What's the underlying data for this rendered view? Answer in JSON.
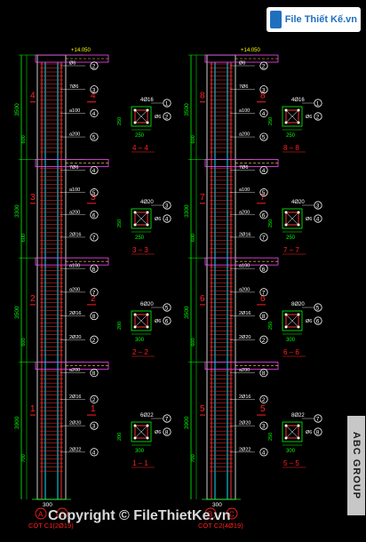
{
  "watermark": {
    "logo_text": "File Thiết Kế.vn",
    "side_brand": "ABC GROUP",
    "copyright": "Copyright © FileThietKe.vn"
  },
  "colors": {
    "background": "#000000",
    "dimension": "#00ff00",
    "rebar": "#ff3030",
    "outline": "#ffffff",
    "label": "#ff2020",
    "tag": "#ffff00",
    "section_title": "#ff2020",
    "cyan": "#00e5ff",
    "magenta": "#ff44ff",
    "beam": "#ffd24a"
  },
  "columns": [
    {
      "title": "CỘT C1(2Ø19)",
      "grid_labels": [
        "A",
        "C"
      ],
      "base_width": "300",
      "floors": [
        {
          "label": "4",
          "height": "3500"
        },
        {
          "label": "3",
          "height": "3300"
        },
        {
          "label": "2",
          "height": "3500"
        },
        {
          "label": "1",
          "height": "3900"
        }
      ],
      "lap_dims": [
        "600",
        "600",
        "600",
        "700"
      ],
      "rebar_tags": [
        "2",
        "3",
        "4",
        "5",
        "6",
        "7",
        "8"
      ],
      "level_top": "+14.050"
    },
    {
      "title": "CỘT C2(4Ø19)",
      "grid_labels": [
        "B",
        "C"
      ],
      "base_width": "300",
      "floors": [
        {
          "label": "8",
          "height": "3500"
        },
        {
          "label": "7",
          "height": "3300"
        },
        {
          "label": "6",
          "height": "3500"
        },
        {
          "label": "5",
          "height": "3900"
        }
      ],
      "lap_dims": [
        "600",
        "600",
        "600",
        "700"
      ],
      "rebar_tags": [
        "2",
        "3",
        "4",
        "5",
        "6",
        "7",
        "8"
      ],
      "level_top": "+14.050"
    }
  ],
  "sections_left": [
    {
      "title": "4 – 4",
      "bars": "4Ø16",
      "stirrup": "Ø6",
      "width": "250",
      "height": "250",
      "tags": [
        "1",
        "2"
      ]
    },
    {
      "title": "3 – 3",
      "bars": "4Ø20",
      "stirrup": "Ø6",
      "width": "250",
      "height": "250",
      "tags": [
        "3",
        "4"
      ]
    },
    {
      "title": "2 – 2",
      "bars": "6Ø20",
      "stirrup": "Ø6",
      "width": "300",
      "height": "200",
      "tags": [
        "5",
        "6"
      ]
    },
    {
      "title": "1 – 1",
      "bars": "6Ø22",
      "stirrup": "Ø6",
      "width": "300",
      "height": "200",
      "tags": [
        "7",
        "8"
      ]
    }
  ],
  "sections_right": [
    {
      "title": "8 – 8",
      "bars": "4Ø16",
      "stirrup": "Ø6",
      "width": "250",
      "height": "250",
      "tags": [
        "1",
        "2"
      ]
    },
    {
      "title": "7 – 7",
      "bars": "4Ø20",
      "stirrup": "Ø6",
      "width": "250",
      "height": "250",
      "tags": [
        "3",
        "4"
      ]
    },
    {
      "title": "6 – 6",
      "bars": "8Ø20",
      "stirrup": "Ø6",
      "width": "300",
      "height": "250",
      "tags": [
        "5",
        "6"
      ]
    },
    {
      "title": "5 – 5",
      "bars": "8Ø22",
      "stirrup": "Ø6",
      "width": "300",
      "height": "250",
      "tags": [
        "7",
        "8"
      ]
    }
  ],
  "annotations": [
    "Ø6",
    "7Ø6",
    "a100",
    "a200",
    "2Ø16",
    "2Ø20",
    "2Ø22",
    "4Ø16"
  ]
}
